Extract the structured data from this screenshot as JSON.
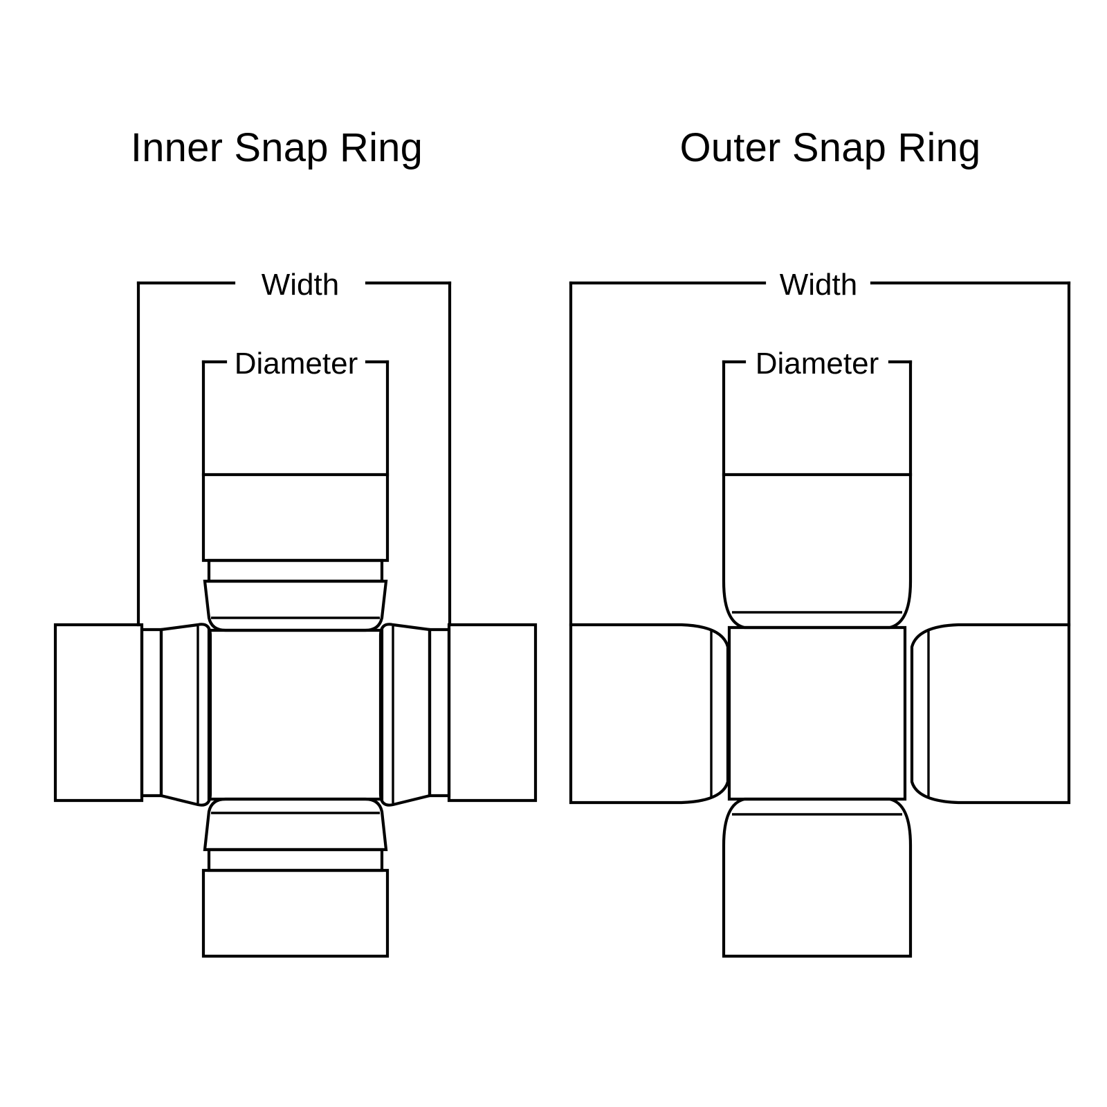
{
  "page": {
    "background_color": "#ffffff",
    "line_color": "#000000",
    "subject": "universal-joint-cross-and-bearing-cap-diagram"
  },
  "panels": [
    {
      "id": "inner-snap-ring",
      "title": "Inner Snap Ring",
      "dimensions": {
        "width_label": "Width",
        "diameter_label": "Diameter"
      }
    },
    {
      "id": "outer-snap-ring",
      "title": "Outer Snap Ring",
      "dimensions": {
        "width_label": "Width",
        "diameter_label": "Diameter"
      }
    }
  ]
}
